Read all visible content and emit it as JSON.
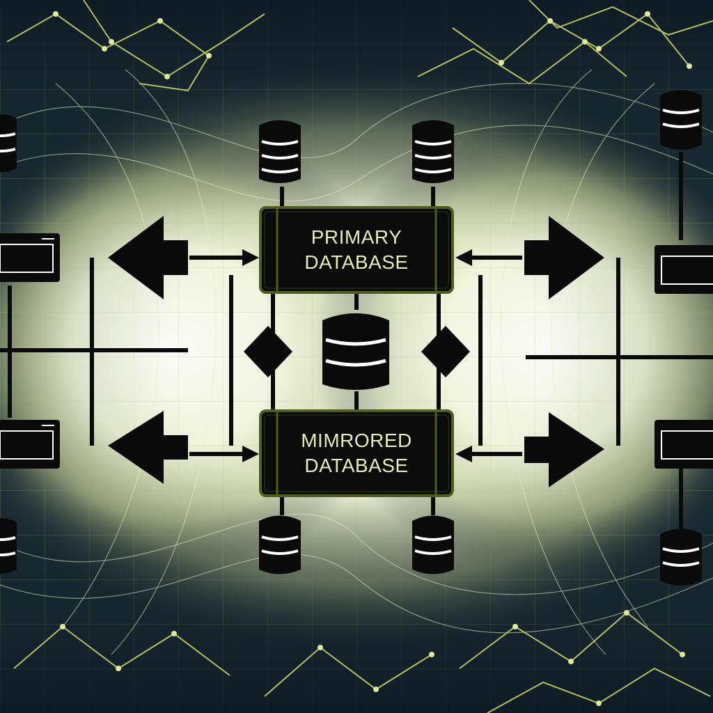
{
  "primary_database": {
    "line1": "PRIMARY",
    "line2": "DATABASE"
  },
  "mirrored_database": {
    "line1": "MIMRORED",
    "line2": "DATABASE"
  },
  "colors": {
    "background_dark": "#0d1a24",
    "glow": "#f4f7dc",
    "network_line": "#c7d36a",
    "box_fill": "#0b0b0b",
    "box_border": "#4e5d22",
    "label_text": "#e8edb4",
    "icon_fill": "#0a0a0a"
  },
  "icons": [
    "database-cylinder-icon",
    "server-unit-icon",
    "arrow-icon",
    "diamond-icon",
    "network-node-icon"
  ]
}
